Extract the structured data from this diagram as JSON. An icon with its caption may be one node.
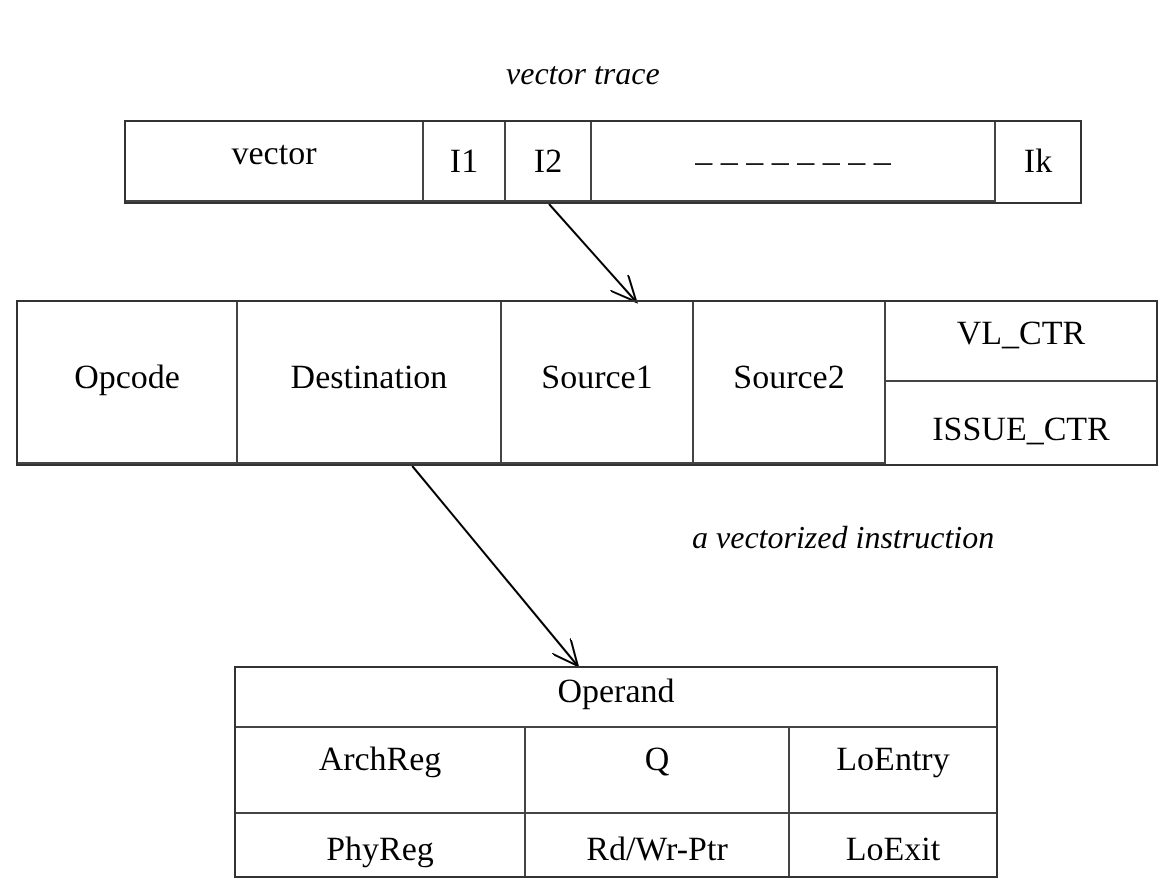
{
  "diagram": {
    "nodes": [
      {
        "text": [
          "vector trace"
        ]
      },
      {
        "text": [
          "vector"
        ],
        "in": 0
      },
      {
        "text": [
          "I1"
        ],
        "in": 0
      },
      {
        "text": [
          "I2"
        ],
        "in": 0
      },
      {
        "text": [
          "– – – – – – – –"
        ],
        "in": 0
      },
      {
        "text": [
          "Ik"
        ],
        "in": 0
      },
      {
        "text": [],
        "shape": "box",
        "beside": [
          "a vectorized instruction"
        ]
      },
      {
        "text": [
          "Opcode"
        ],
        "in": 6
      },
      {
        "text": [
          "Destination"
        ],
        "in": 6
      },
      {
        "text": [
          "Source1"
        ],
        "in": 6
      },
      {
        "text": [
          "Source2"
        ],
        "in": 6
      },
      {
        "text": [
          "VL_CTR"
        ],
        "in": 6
      },
      {
        "text": [
          "ISSUE_CTR"
        ],
        "in": 6
      },
      {
        "text": [
          "Operand"
        ]
      },
      {
        "text": [
          "ArchReg"
        ],
        "in": 13
      },
      {
        "text": [
          "Q"
        ],
        "in": 13
      },
      {
        "text": [
          "LoEntry"
        ],
        "in": 13
      },
      {
        "text": [
          "PhyReg"
        ],
        "in": 13
      },
      {
        "text": [
          "Rd/Wr-Ptr"
        ],
        "in": 13
      },
      {
        "text": [
          "LoExit"
        ],
        "in": 13
      }
    ],
    "edges": [
      {
        "from": 3,
        "to": 9,
        "arrow": "to"
      },
      {
        "from": 8,
        "to": 13,
        "arrow": "to"
      }
    ]
  }
}
